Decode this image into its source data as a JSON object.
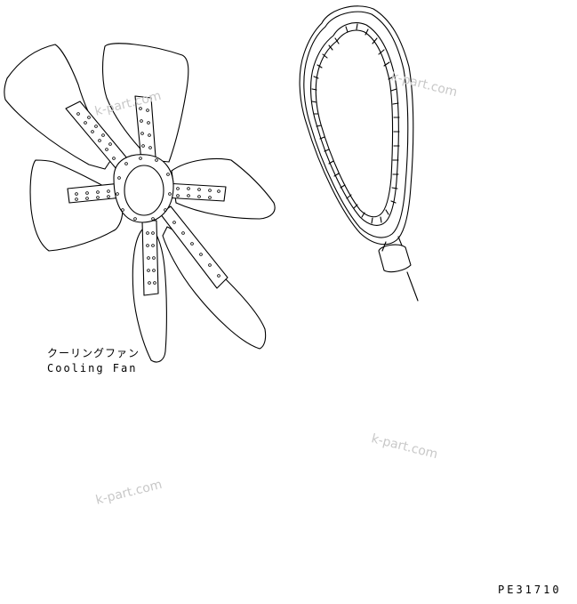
{
  "parts": {
    "fan": {
      "label_jp": "クーリングファン",
      "label_en": "Cooling Fan",
      "icon": "cooling-fan-icon"
    },
    "belt": {
      "icon": "fan-belt-icon"
    }
  },
  "watermarks": [
    "k-part.com",
    "k-part.com",
    "k-part.com",
    "k-part.com"
  ],
  "figure_code": "PE31710"
}
